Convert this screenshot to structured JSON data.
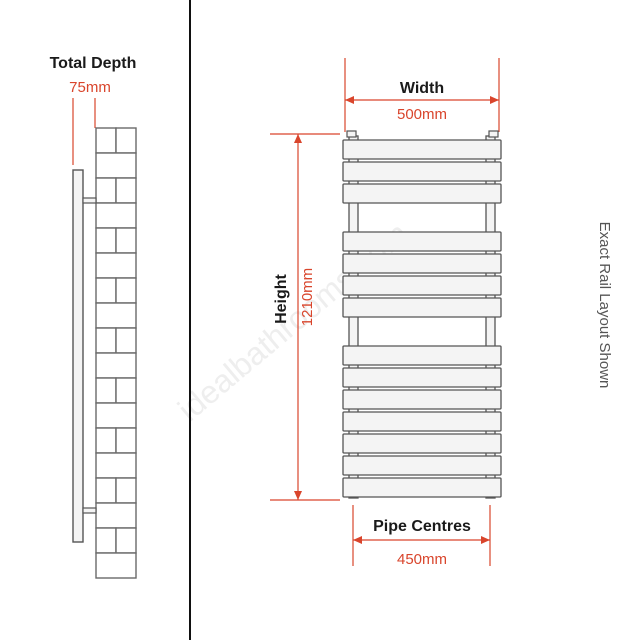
{
  "depth": {
    "label": "Total Depth",
    "value": "75mm"
  },
  "width": {
    "label": "Width",
    "value": "500mm"
  },
  "height": {
    "label": "Height",
    "value": "1210mm"
  },
  "pipe_centres": {
    "label": "Pipe Centres",
    "value": "450mm"
  },
  "side_note": "Exact Rail Layout Shown",
  "watermark": "idealbathrooms.com",
  "colors": {
    "accent": "#d9452c",
    "outline": "#555555",
    "rail_fill": "#f4f4f4"
  }
}
